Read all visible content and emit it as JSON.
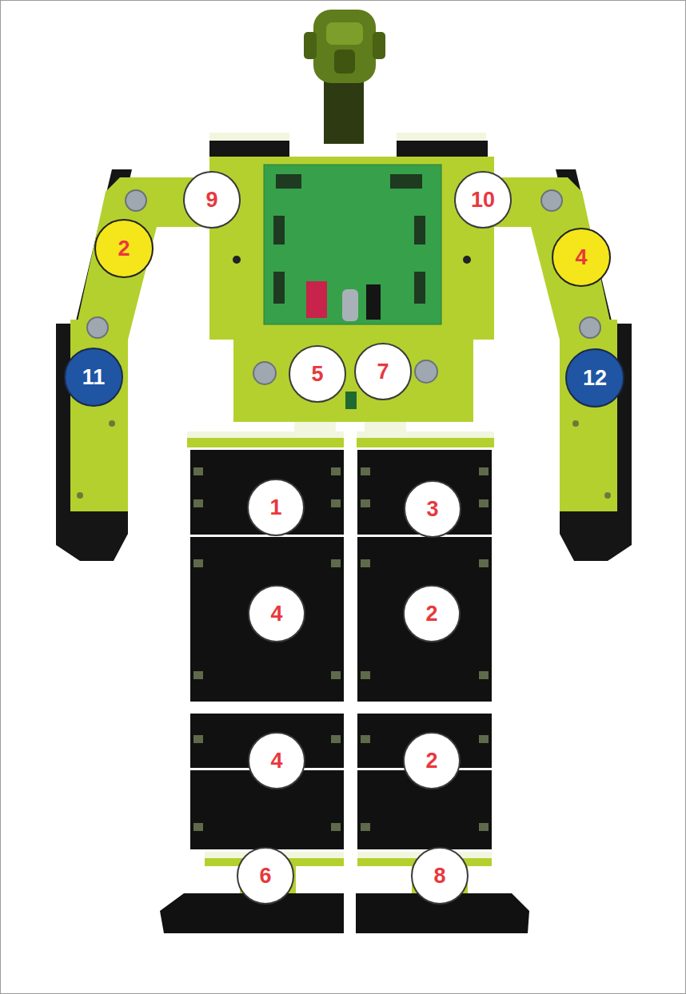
{
  "diagram": {
    "nodes": [
      {
        "text": [
          "9"
        ]
      },
      {
        "text": [
          "10"
        ]
      },
      {
        "text": [
          "2"
        ]
      },
      {
        "text": [
          "4"
        ]
      },
      {
        "text": [
          "11"
        ]
      },
      {
        "text": [
          "5"
        ]
      },
      {
        "text": [
          "7"
        ]
      },
      {
        "text": [
          "12"
        ]
      },
      {
        "text": [
          "1"
        ]
      },
      {
        "text": [
          "3"
        ]
      },
      {
        "text": [
          "4"
        ]
      },
      {
        "text": [
          "2"
        ]
      },
      {
        "text": [
          "4"
        ]
      },
      {
        "text": [
          "2"
        ]
      },
      {
        "text": [
          "6"
        ]
      },
      {
        "text": [
          "8"
        ]
      }
    ]
  }
}
